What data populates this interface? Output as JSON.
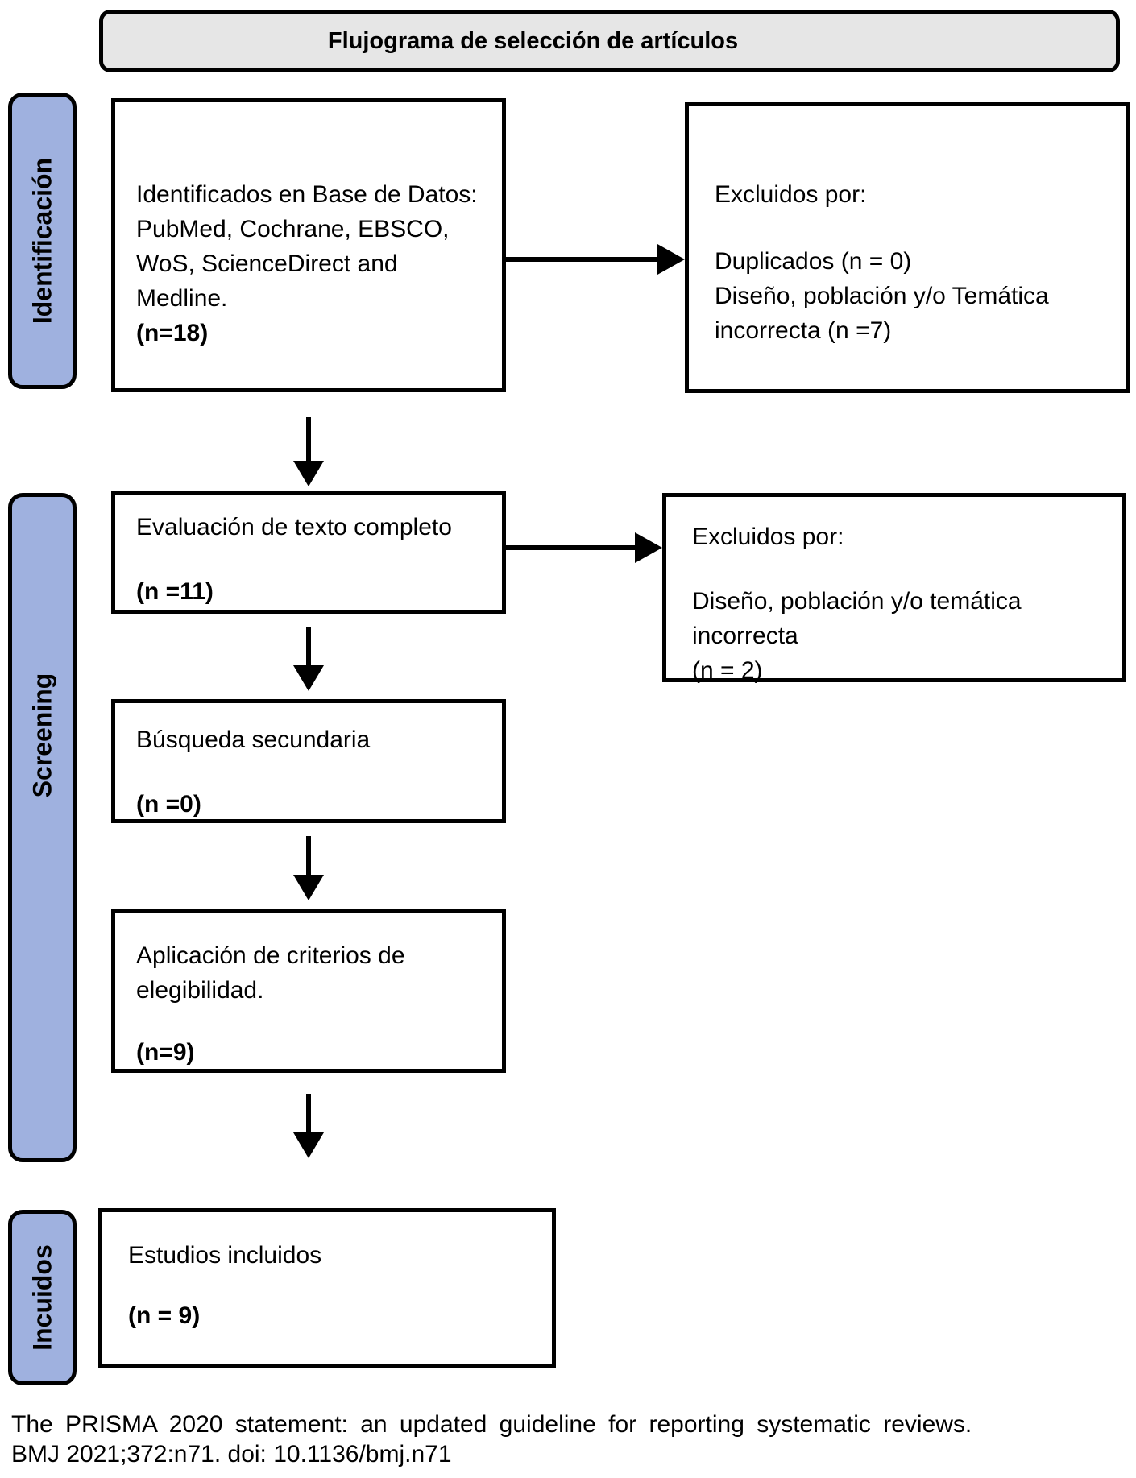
{
  "title": "Flujograma de selección de artículos",
  "stages": {
    "identification": "Identificación",
    "screening": "Screening",
    "included": "Incuidos"
  },
  "boxes": {
    "identified": {
      "lines": [
        "Identificados en Base de Datos:",
        "PubMed, Cochrane, EBSCO,",
        "WoS, ScienceDirect and",
        "Medline."
      ],
      "count": "(n=18)"
    },
    "excluded_identification": {
      "heading": "Excluidos por:",
      "lines": [
        "Duplicados (n = 0)",
        "Diseño, población y/o Temática",
        "incorrecta (n =7)"
      ]
    },
    "fulltext": {
      "line": "Evaluación de texto completo",
      "count": "(n =11)"
    },
    "excluded_screening": {
      "heading": "Excluidos por:",
      "lines": [
        "Diseño, población y/o temática",
        "incorrecta",
        "(n = 2)"
      ]
    },
    "secondary": {
      "line": "Búsqueda secundaria",
      "count": "(n =0)"
    },
    "eligibility": {
      "lines": [
        "Aplicación de criterios de",
        "elegibilidad."
      ],
      "count": "(n=9)"
    },
    "included": {
      "line": "Estudios incluidos",
      "count": "(n = 9)"
    }
  },
  "footer": {
    "line1": "The PRISMA 2020 statement: an updated guideline for reporting systematic reviews.",
    "line2": "BMJ 2021;372:n71. doi: 10.1136/bmj.n71"
  },
  "colors": {
    "stage_fill": "#9FB1DF",
    "title_fill": "#E6E6E6",
    "border": "#000000"
  }
}
